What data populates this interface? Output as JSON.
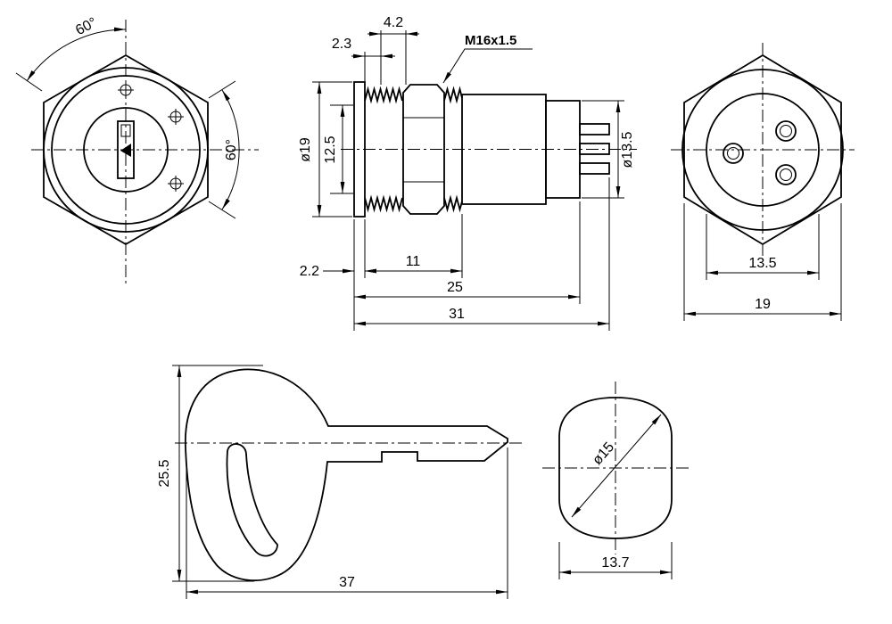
{
  "drawing": {
    "front": {
      "angle_top": "60°",
      "angle_side": "60°"
    },
    "side": {
      "nut_thickness": "4.2",
      "washer_thickness": "2.3",
      "thread_spec": "M16x1.5",
      "flange_dia": "ø19",
      "face_width": "12.5",
      "body_dia": "ø13.5",
      "flange_thickness": "2.2",
      "thread_length": "11",
      "body_length": "25",
      "overall_length": "31"
    },
    "rear": {
      "circle_dia": "13.5",
      "hex_width": "19"
    },
    "key_side": {
      "head_height": "25.5",
      "overall_length": "37"
    },
    "key_top": {
      "head_dia": "ø15",
      "head_width": "13.7"
    },
    "colors": {
      "line": "#000000",
      "background": "#ffffff"
    }
  }
}
